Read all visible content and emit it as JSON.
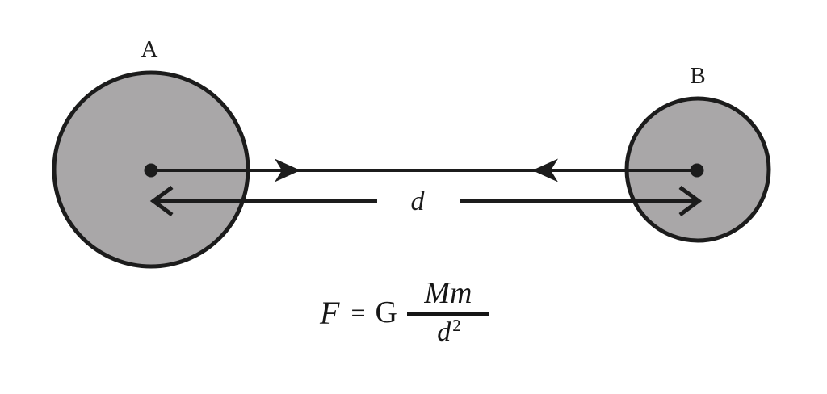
{
  "diagram": {
    "body_a": {
      "label": "A"
    },
    "body_b": {
      "label": "B"
    },
    "distance_label": "d"
  },
  "formula": {
    "force": "F",
    "equals": "=",
    "gravitational_constant": "G",
    "numerator": "Mm",
    "denominator_base": "d",
    "denominator_exponent": "2"
  },
  "colors": {
    "background": "#ffffff",
    "sphere_fill": "#a9a7a8",
    "line": "#1c1c1c"
  }
}
